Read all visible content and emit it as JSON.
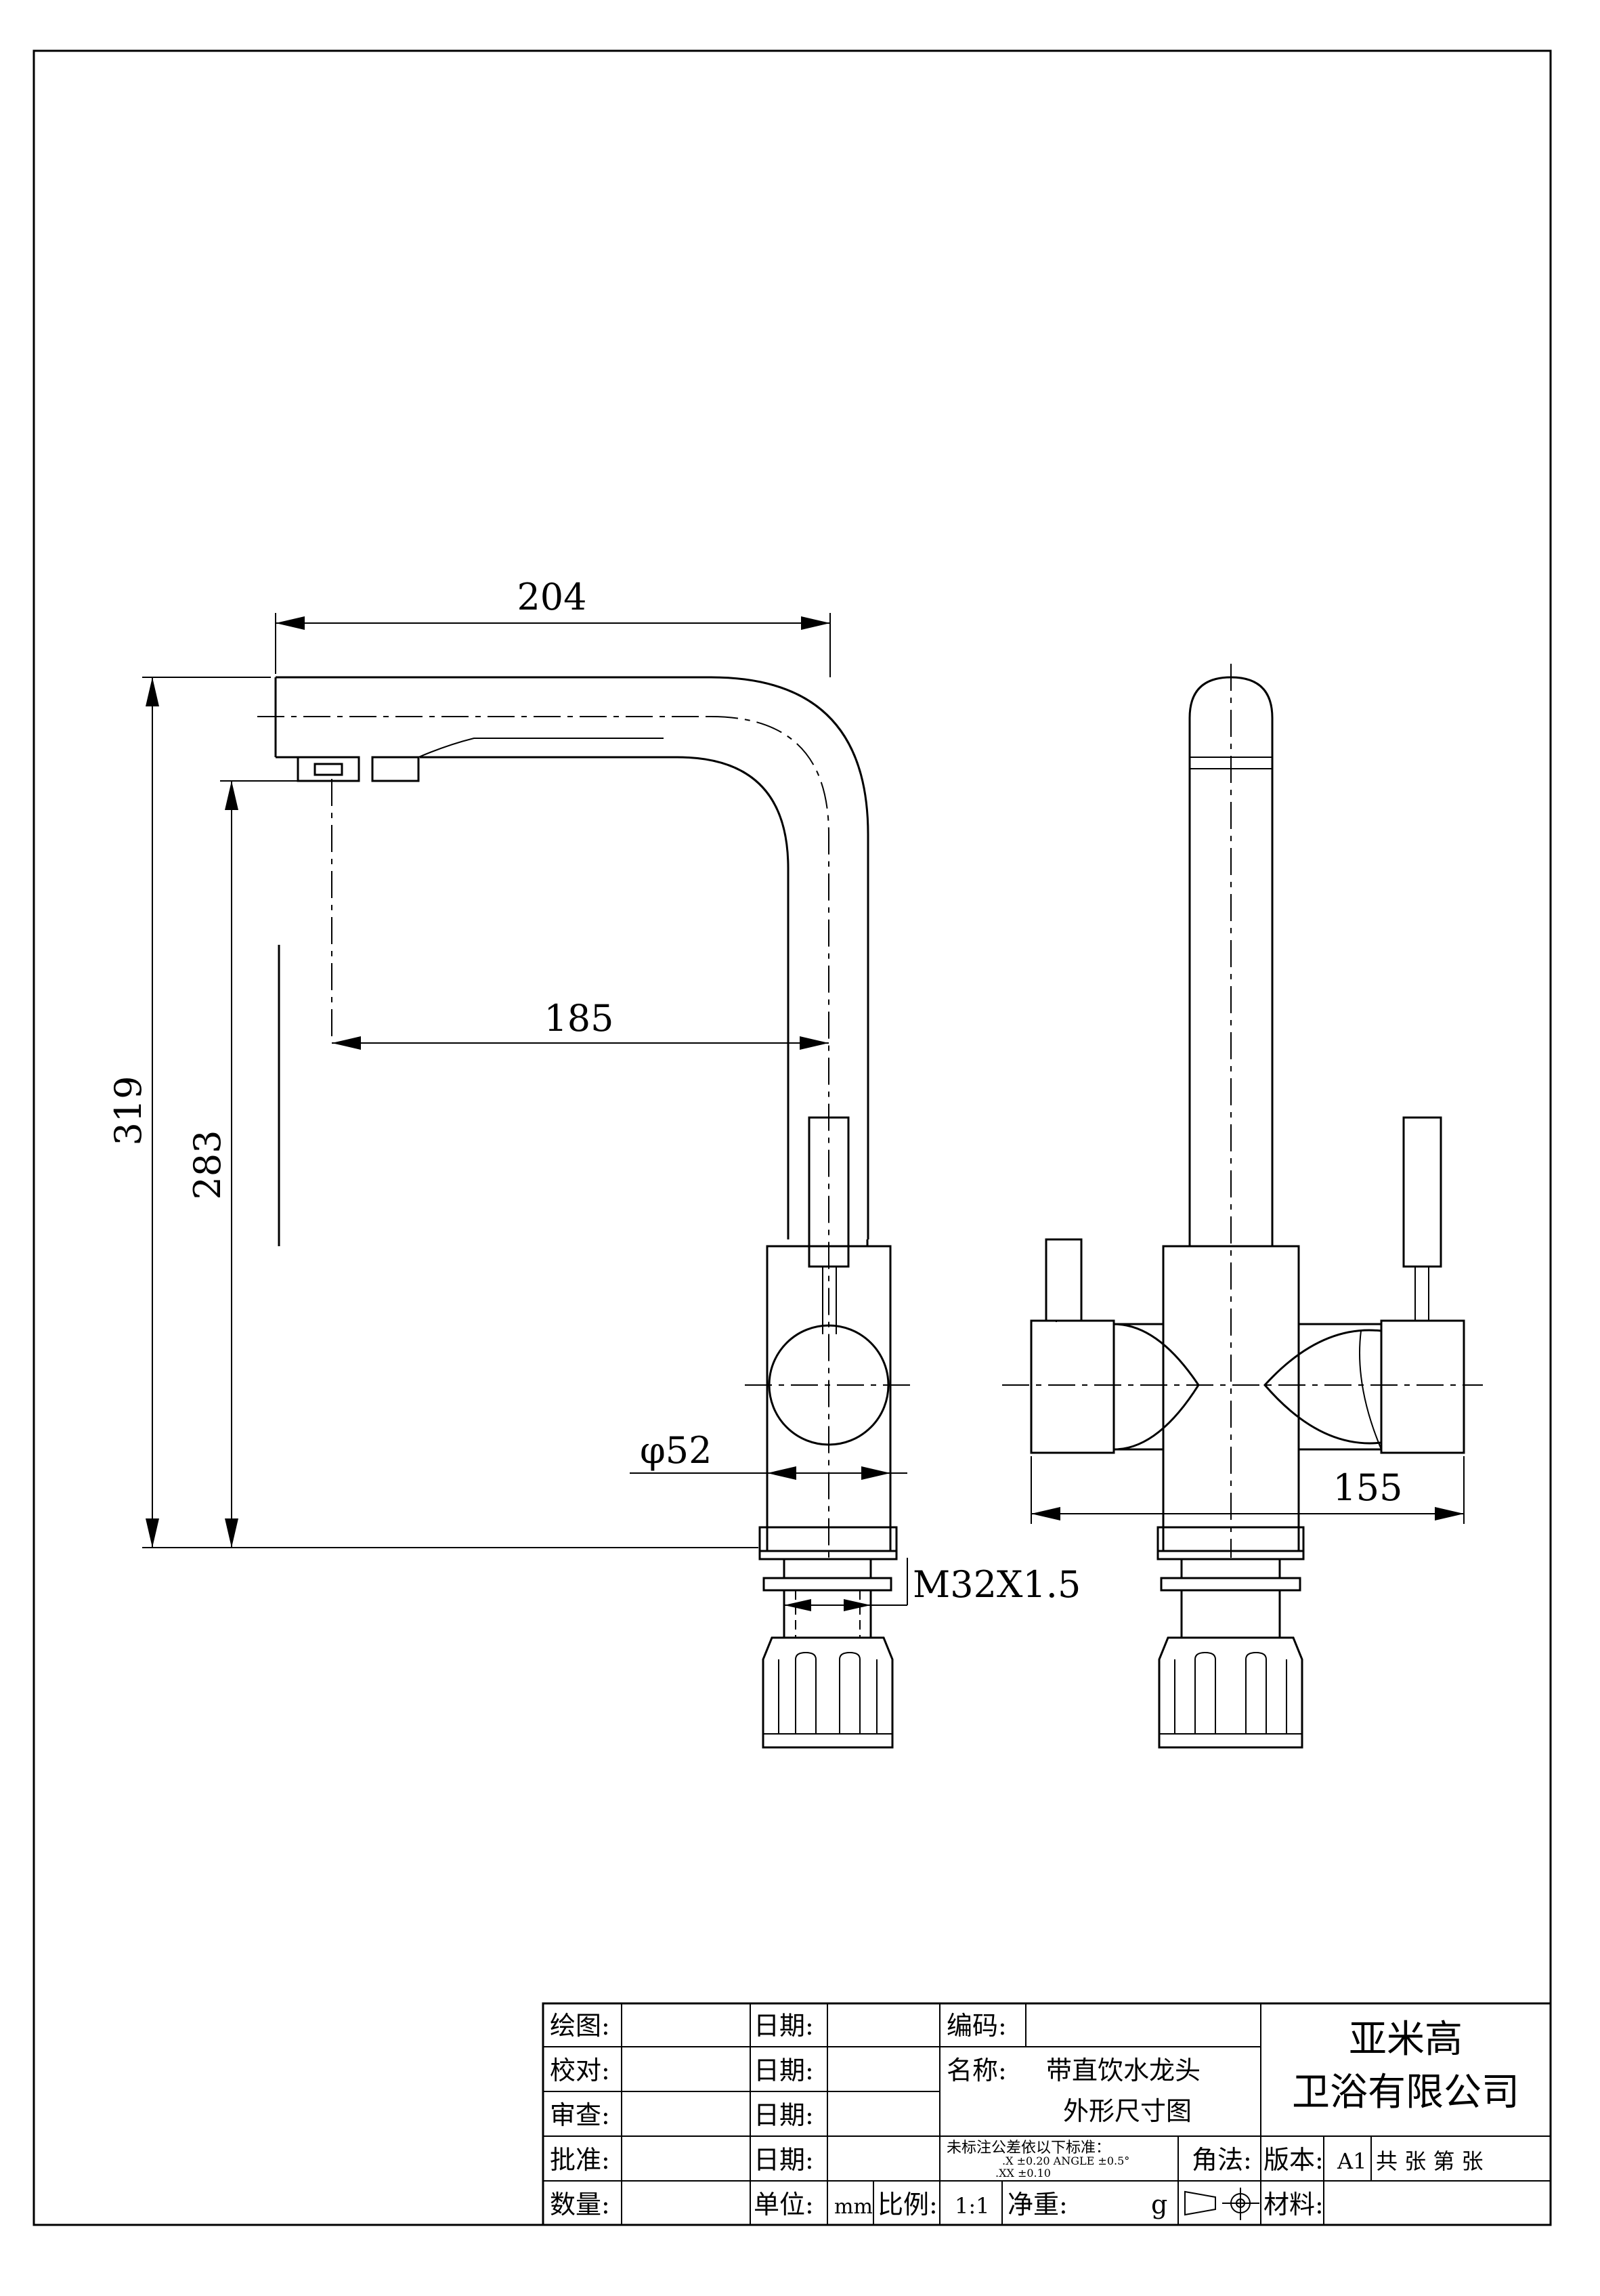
{
  "dimensions": {
    "spout_reach": "204",
    "aerator_reach": "185",
    "total_height": "319",
    "outlet_height": "283",
    "body_diameter": "φ52",
    "thread": "M32X1.5",
    "handle_span": "155"
  },
  "title_block": {
    "drawn_label": "绘图:",
    "checked_label": "校对:",
    "reviewed_label": "审查:",
    "approved_label": "批准:",
    "quantity_label": "数量:",
    "date_label": "日期:",
    "unit_label": "单位:",
    "unit_value": "mm",
    "scale_label": "比例:",
    "scale_value": "1:1",
    "weight_label": "净重:",
    "weight_unit": "g",
    "code_label": "编码:",
    "name_label": "名称:",
    "name_line1": "带直饮水龙头",
    "name_line2": "外形尺寸图",
    "tolerance_title": "未标注公差依以下标准：",
    "tolerance_line1": ".X      ±0.20   ANGLE  ±0.5°",
    "tolerance_line2": ".XX      ±0.10",
    "projection_label": "角法:",
    "version_label": "版本:",
    "version_value": "A1",
    "sheets_text": "共   张  第   张",
    "material_label": "材料:",
    "company_line1": "亚米高",
    "company_line2": "卫浴有限公司"
  }
}
